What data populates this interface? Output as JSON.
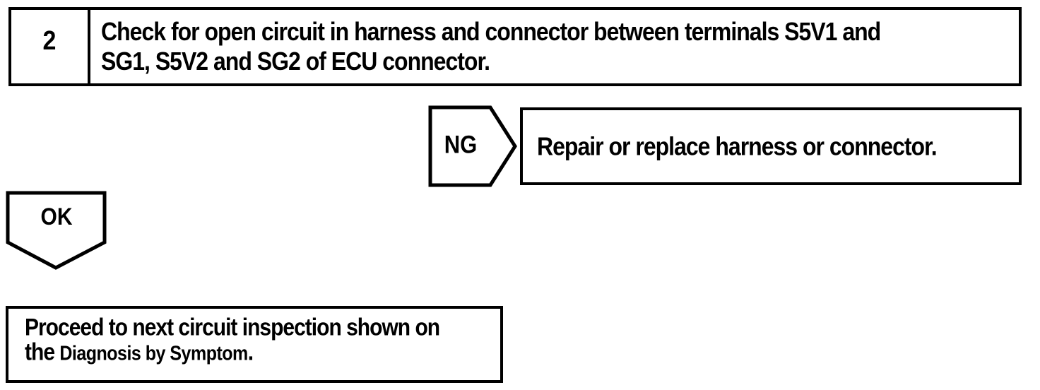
{
  "flowchart": {
    "step": {
      "number": "2",
      "instruction_lines": [
        "Check for open circuit in harness and connector between terminals S5V1 and",
        "SG1, S5V2 and SG2 of ECU connector."
      ]
    },
    "ng_branch": {
      "label": "NG",
      "action": "Repair or replace harness or connector."
    },
    "ok_branch": {
      "label": "OK",
      "result_line1": "Proceed to next circuit inspection shown on",
      "result_line2_prefix": "the ",
      "result_line2_emphasis": "Diagnosis by Symptom",
      "result_line2_suffix": "."
    },
    "colors": {
      "ink": "#000000",
      "paper": "#ffffff"
    }
  }
}
